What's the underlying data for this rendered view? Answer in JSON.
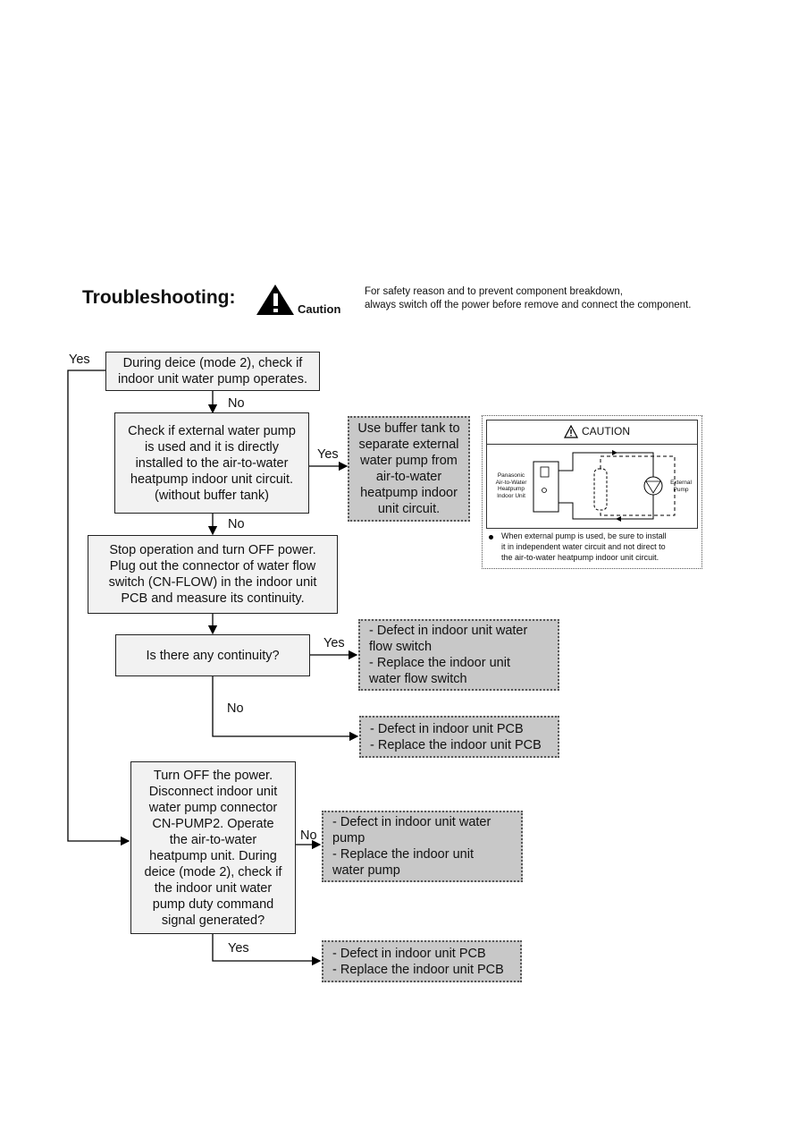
{
  "header": {
    "title": "Troubleshooting:",
    "caution_label": "Caution",
    "caution_line1": "For safety reason and to prevent component breakdown,",
    "caution_line2": "always switch off the power before remove and connect the component."
  },
  "flow": {
    "q1": "During deice (mode 2), check if\nindoor unit water pump operates.",
    "q2": "Check if external water pump\nis used and it is directly\ninstalled to the air-to-water\nheatpump indoor unit circuit.\n(without buffer tank)",
    "r_buffer": "Use buffer tank to\nseparate external\nwater pump from\nair-to-water\nheatpump indoor\nunit circuit.",
    "step3": "Stop operation and turn OFF power.\nPlug out the connector of water flow\nswitch (CN-FLOW) in the indoor unit\nPCB and measure its continuity.",
    "q4": "Is there any continuity?",
    "r_flowswitch": "- Defect in indoor unit water\nflow switch\n- Replace the indoor unit\nwater flow switch",
    "r_pcb1": "- Defect in indoor unit PCB\n- Replace the indoor unit PCB",
    "q5": "Turn OFF the power.\nDisconnect indoor unit\nwater pump connector\nCN-PUMP2. Operate\nthe air-to-water\nheatpump unit. During\ndeice (mode 2), check if\nthe indoor unit water\npump duty command\nsignal generated?",
    "r_pump": "- Defect in indoor unit water\npump\n- Replace the indoor unit\nwater pump",
    "r_pcb2": "- Defect in indoor unit PCB\n- Replace the indoor unit PCB",
    "labels": {
      "yes_left": "Yes",
      "no1": "No",
      "yes2": "Yes",
      "no2": "No",
      "yes4": "Yes",
      "no4": "No",
      "no5": "No",
      "yes5": "Yes"
    }
  },
  "caution_panel": {
    "title": "CAUTION",
    "unit_label": "Panasonic\nAir-to-Water\nHeatpump\nIndoor Unit",
    "pump_label": "External\nPump",
    "note": "When external pump is used, be sure to install\nit in independent water circuit and not direct to\nthe air-to-water heatpump indoor unit circuit."
  }
}
